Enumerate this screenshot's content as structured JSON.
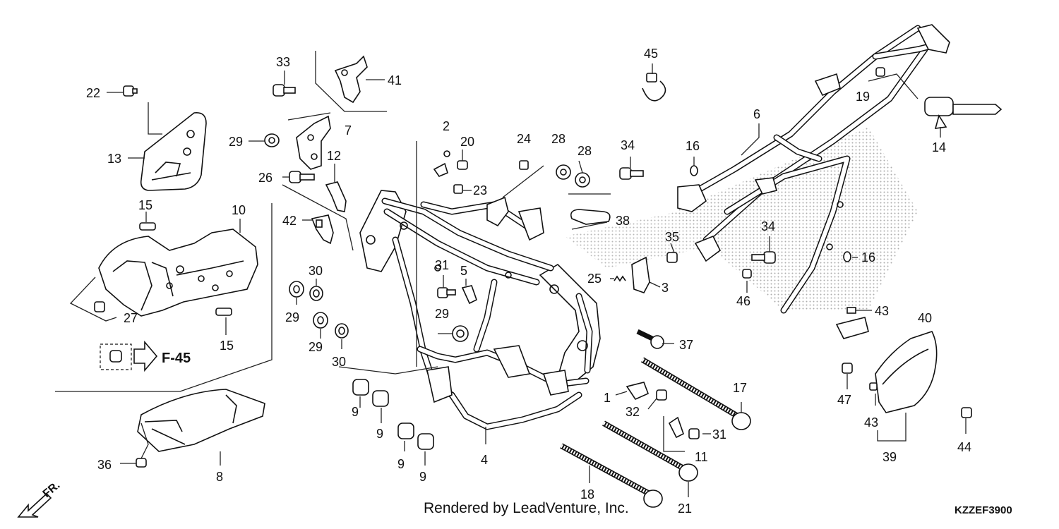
{
  "diagram": {
    "callouts": [
      {
        "id": "c22",
        "label": "22"
      },
      {
        "id": "c13",
        "label": "13"
      },
      {
        "id": "c15a",
        "label": "15"
      },
      {
        "id": "c10",
        "label": "10"
      },
      {
        "id": "c27",
        "label": "27"
      },
      {
        "id": "c15b",
        "label": "15"
      },
      {
        "id": "c33",
        "label": "33"
      },
      {
        "id": "c41",
        "label": "41"
      },
      {
        "id": "c7",
        "label": "7"
      },
      {
        "id": "c29a",
        "label": "29"
      },
      {
        "id": "c26",
        "label": "26"
      },
      {
        "id": "c12",
        "label": "12"
      },
      {
        "id": "c42",
        "label": "42"
      },
      {
        "id": "c30a",
        "label": "30"
      },
      {
        "id": "c29b",
        "label": "29"
      },
      {
        "id": "c29c",
        "label": "29"
      },
      {
        "id": "c30b",
        "label": "30"
      },
      {
        "id": "c2",
        "label": "2"
      },
      {
        "id": "c20",
        "label": "20"
      },
      {
        "id": "c24",
        "label": "24"
      },
      {
        "id": "c28a",
        "label": "28"
      },
      {
        "id": "c28b",
        "label": "28"
      },
      {
        "id": "c23",
        "label": "23"
      },
      {
        "id": "c31a",
        "label": "31"
      },
      {
        "id": "c5",
        "label": "5"
      },
      {
        "id": "c29d",
        "label": "29"
      },
      {
        "id": "c9a",
        "label": "9"
      },
      {
        "id": "c9b",
        "label": "9"
      },
      {
        "id": "c9c",
        "label": "9"
      },
      {
        "id": "c9d",
        "label": "9"
      },
      {
        "id": "c4",
        "label": "4"
      },
      {
        "id": "c8",
        "label": "8"
      },
      {
        "id": "c36",
        "label": "36"
      },
      {
        "id": "c18",
        "label": "18"
      },
      {
        "id": "c21",
        "label": "21"
      },
      {
        "id": "c45",
        "label": "45"
      },
      {
        "id": "c34a",
        "label": "34"
      },
      {
        "id": "c16a",
        "label": "16"
      },
      {
        "id": "c6",
        "label": "6"
      },
      {
        "id": "c38",
        "label": "38"
      },
      {
        "id": "c35",
        "label": "35"
      },
      {
        "id": "c25",
        "label": "25"
      },
      {
        "id": "c3",
        "label": "3"
      },
      {
        "id": "c34b",
        "label": "34"
      },
      {
        "id": "c16b",
        "label": "16"
      },
      {
        "id": "c46",
        "label": "46"
      },
      {
        "id": "c37",
        "label": "37"
      },
      {
        "id": "c1",
        "label": "1"
      },
      {
        "id": "c32",
        "label": "32"
      },
      {
        "id": "c17",
        "label": "17"
      },
      {
        "id": "c31b",
        "label": "31"
      },
      {
        "id": "c11",
        "label": "11"
      },
      {
        "id": "c19",
        "label": "19"
      },
      {
        "id": "c14",
        "label": "14"
      },
      {
        "id": "c43a",
        "label": "43"
      },
      {
        "id": "c40",
        "label": "40"
      },
      {
        "id": "c47",
        "label": "47"
      },
      {
        "id": "c43b",
        "label": "43"
      },
      {
        "id": "c39",
        "label": "39"
      },
      {
        "id": "c44",
        "label": "44"
      }
    ],
    "reference_label": "F-45",
    "direction_label": "FR.",
    "credit": "Rendered by LeadVenture, Inc.",
    "diagram_code": "KZZEF3900"
  }
}
